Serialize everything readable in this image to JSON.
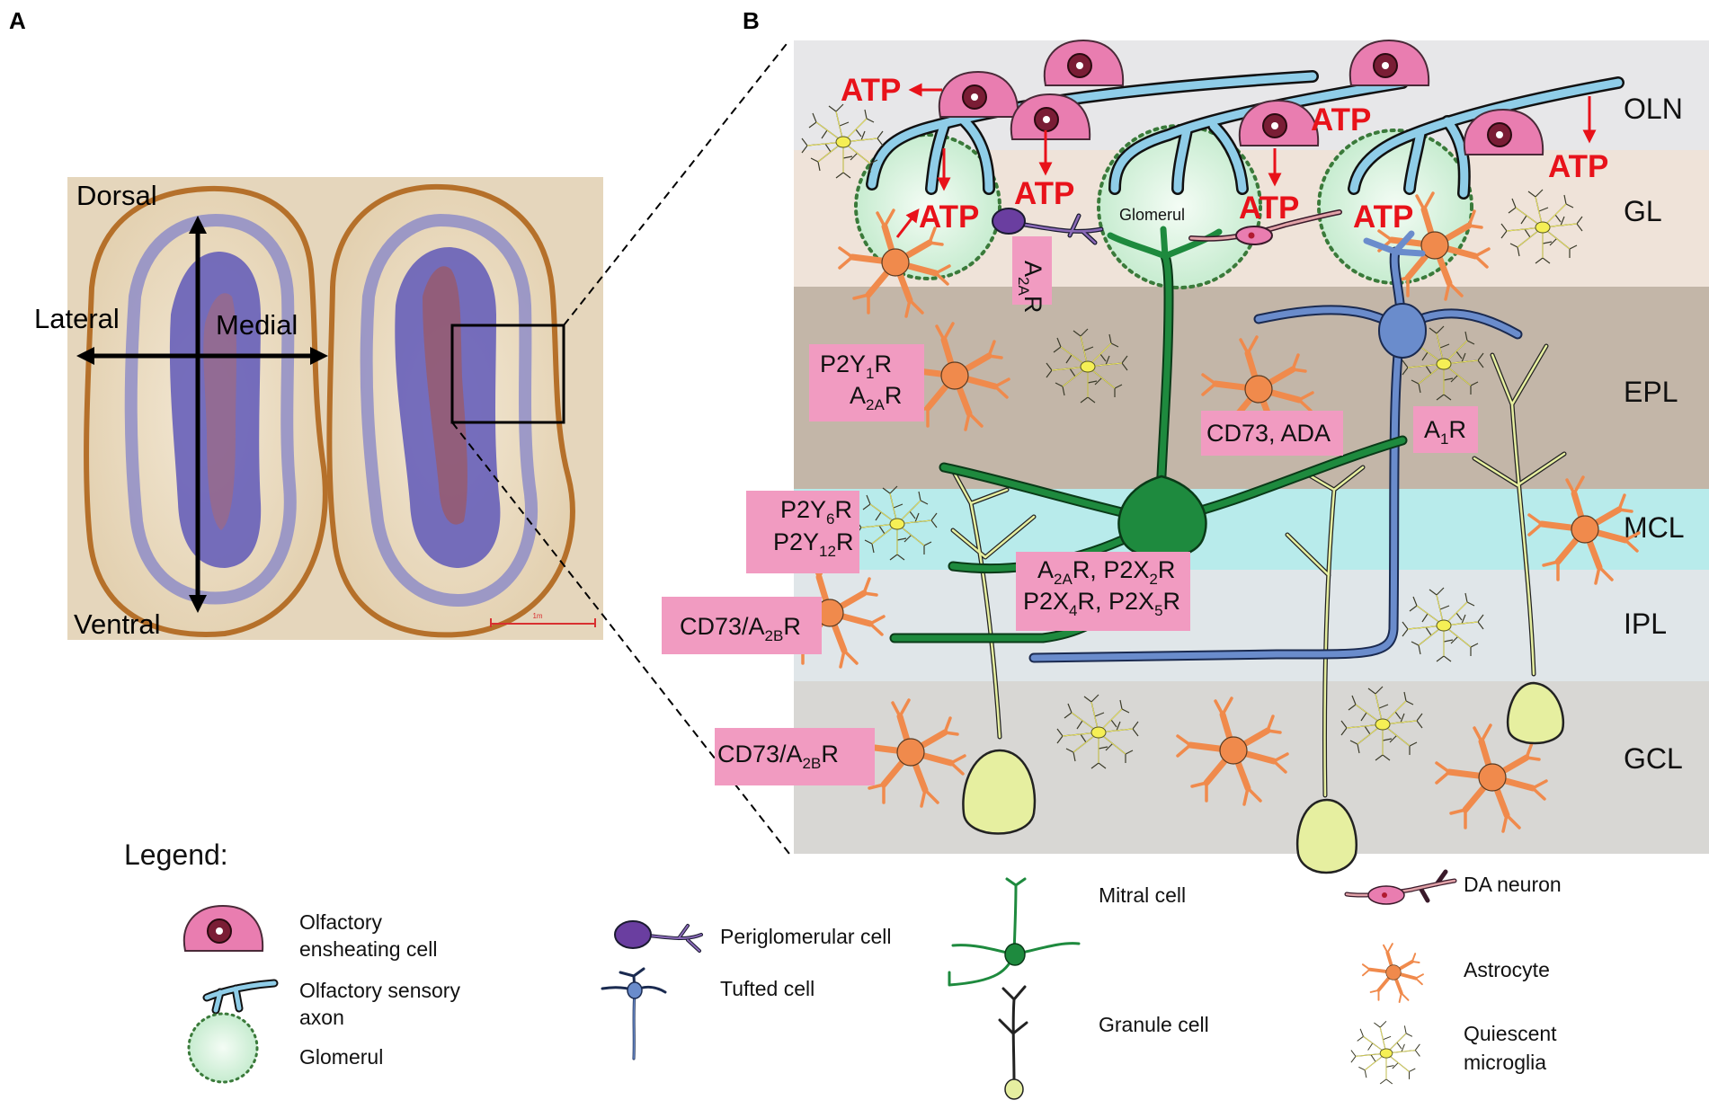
{
  "panels": {
    "a": "A",
    "b": "B"
  },
  "section": {
    "dorsal": "Dorsal",
    "ventral": "Ventral",
    "lateral": "Lateral",
    "medial": "Medial",
    "scale": "1m"
  },
  "layers": [
    "OLN",
    "GL",
    "EPL",
    "MCL",
    "IPL",
    "GCL"
  ],
  "atp": "ATP",
  "glomerul_label": "Glomerul",
  "receptor_labels": {
    "p2y1": [
      "P2Y",
      "1",
      "R"
    ],
    "a2a_epl": [
      "A",
      "2A",
      "R"
    ],
    "a2a_gl": [
      "A",
      "2A",
      "R"
    ],
    "cd73_ada": "CD73, ADA",
    "a1r": [
      "A",
      "1",
      "R"
    ],
    "p2y6": [
      "P2Y",
      "6",
      "R"
    ],
    "p2y12": [
      "P2Y",
      "12",
      "R"
    ],
    "mitral_line1": "A2AR, P2X2R",
    "mitral_line2": "P2X4R, P2X5R",
    "mitral_line1_parts": [
      "A",
      "2A",
      "R, P2X",
      "2",
      "R"
    ],
    "mitral_line2_parts": [
      "P2X",
      "4",
      "R",
      ", P2X",
      "5",
      "R"
    ],
    "cd73_a2b_ipl": [
      "CD73/A",
      "2B",
      "R"
    ],
    "cd73_a2b_gcl": [
      "CD73/A",
      "2B",
      "R"
    ]
  },
  "legend": {
    "title": "Legend:",
    "items": {
      "oec": [
        "Olfactory",
        "ensheating cell"
      ],
      "osa": [
        "Olfactory sensory",
        "axon"
      ],
      "glomerul": "Glomerul",
      "periglomerular": "Periglomerular cell",
      "tufted": "Tufted cell",
      "mitral": "Mitral cell",
      "granule": "Granule cell",
      "da": "DA neuron",
      "astrocyte": "Astrocyte",
      "microglia": [
        "Quiescent",
        "microglia"
      ]
    }
  },
  "colors": {
    "oec": "#e97db0",
    "axon": "#8fcde8",
    "glomerulus": "#d8f2dc",
    "mitral": "#1e8a3e",
    "tufted": "#6a8ccc",
    "periglomerular": "#6a3ea0",
    "granule": "#e6efa0",
    "astrocyte": "#f08a4c",
    "microglia": "#f2ec60",
    "atp_red": "#e8121a",
    "label_pink": "#f19bc1"
  }
}
